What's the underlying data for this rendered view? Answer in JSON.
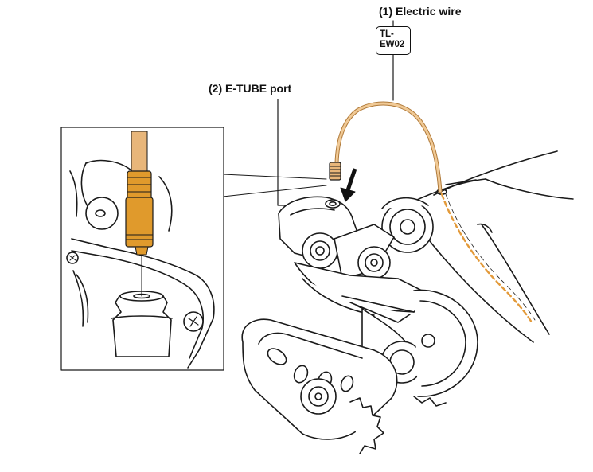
{
  "labels": {
    "electric_wire": "(1)  Electric wire",
    "etube_port": "(2)  E-TUBE port"
  },
  "tool": {
    "line1": "TL-",
    "line2": "EW02"
  },
  "colors": {
    "wire": "#e8b67a",
    "wire_dark": "#b07a3a",
    "connector": "#e09a2c",
    "line": "#1a1a1a",
    "frame_dashed": "#e39a3a"
  }
}
